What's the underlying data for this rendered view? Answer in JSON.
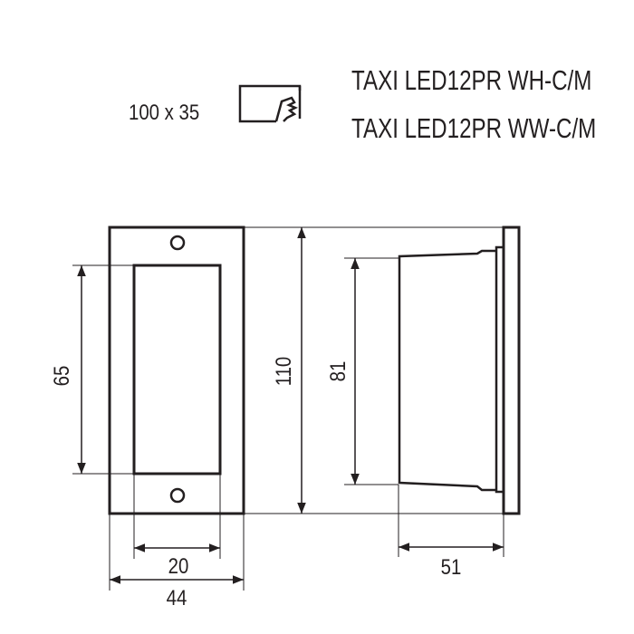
{
  "header": {
    "size_label": "100 x 35",
    "models": [
      "TAXI LED12PR WH-C/M",
      "TAXI LED12PR WW-C/M"
    ],
    "mounting_icon": "hand-in-box-icon"
  },
  "dimensions": {
    "window_height": "65",
    "total_height": "110",
    "body_height": "81",
    "window_width": "20",
    "total_width": "44",
    "depth": "51"
  }
}
